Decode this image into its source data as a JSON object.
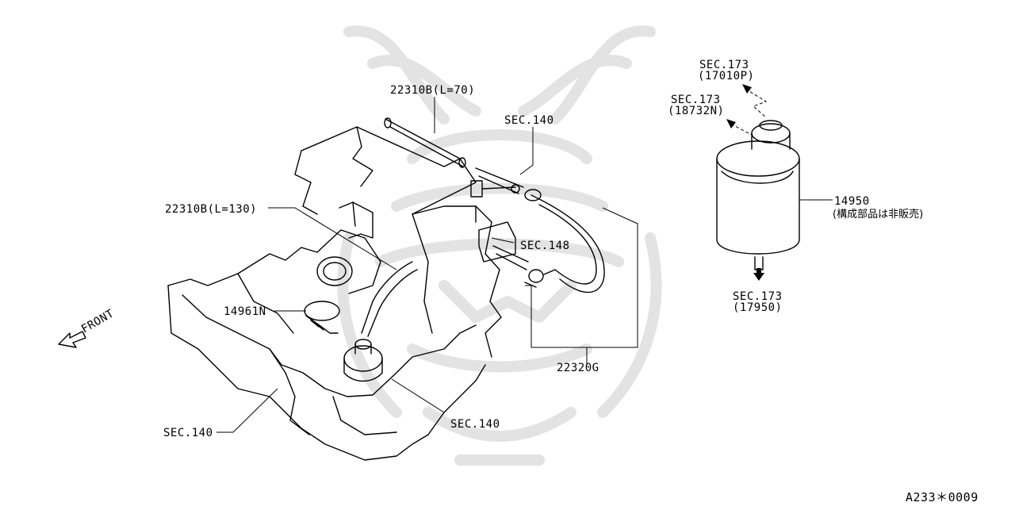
{
  "labels": {
    "hose_70": "22310B(L=70)",
    "hose_130": "22310B(L=130)",
    "sec140_top": "SEC.140",
    "sec148": "SEC.148",
    "clamp": "14961N",
    "sec140_mid": "SEC.140",
    "sec140_low": "SEC.140",
    "hose_set": "22320G",
    "front": "FRONT",
    "sec173_a": "SEC.173",
    "sec173_a_part": "(17010P)",
    "sec173_b": "SEC.173",
    "sec173_b_part": "(18732N)",
    "canister": "14950",
    "canister_note": "(構成部品は非販売)",
    "sec173_c": "SEC.173",
    "sec173_c_part": "(17950)",
    "figure_code": "A233＊0009"
  },
  "colors": {
    "line": "#000000",
    "watermark": "#e3e3e3",
    "background": "#ffffff"
  }
}
